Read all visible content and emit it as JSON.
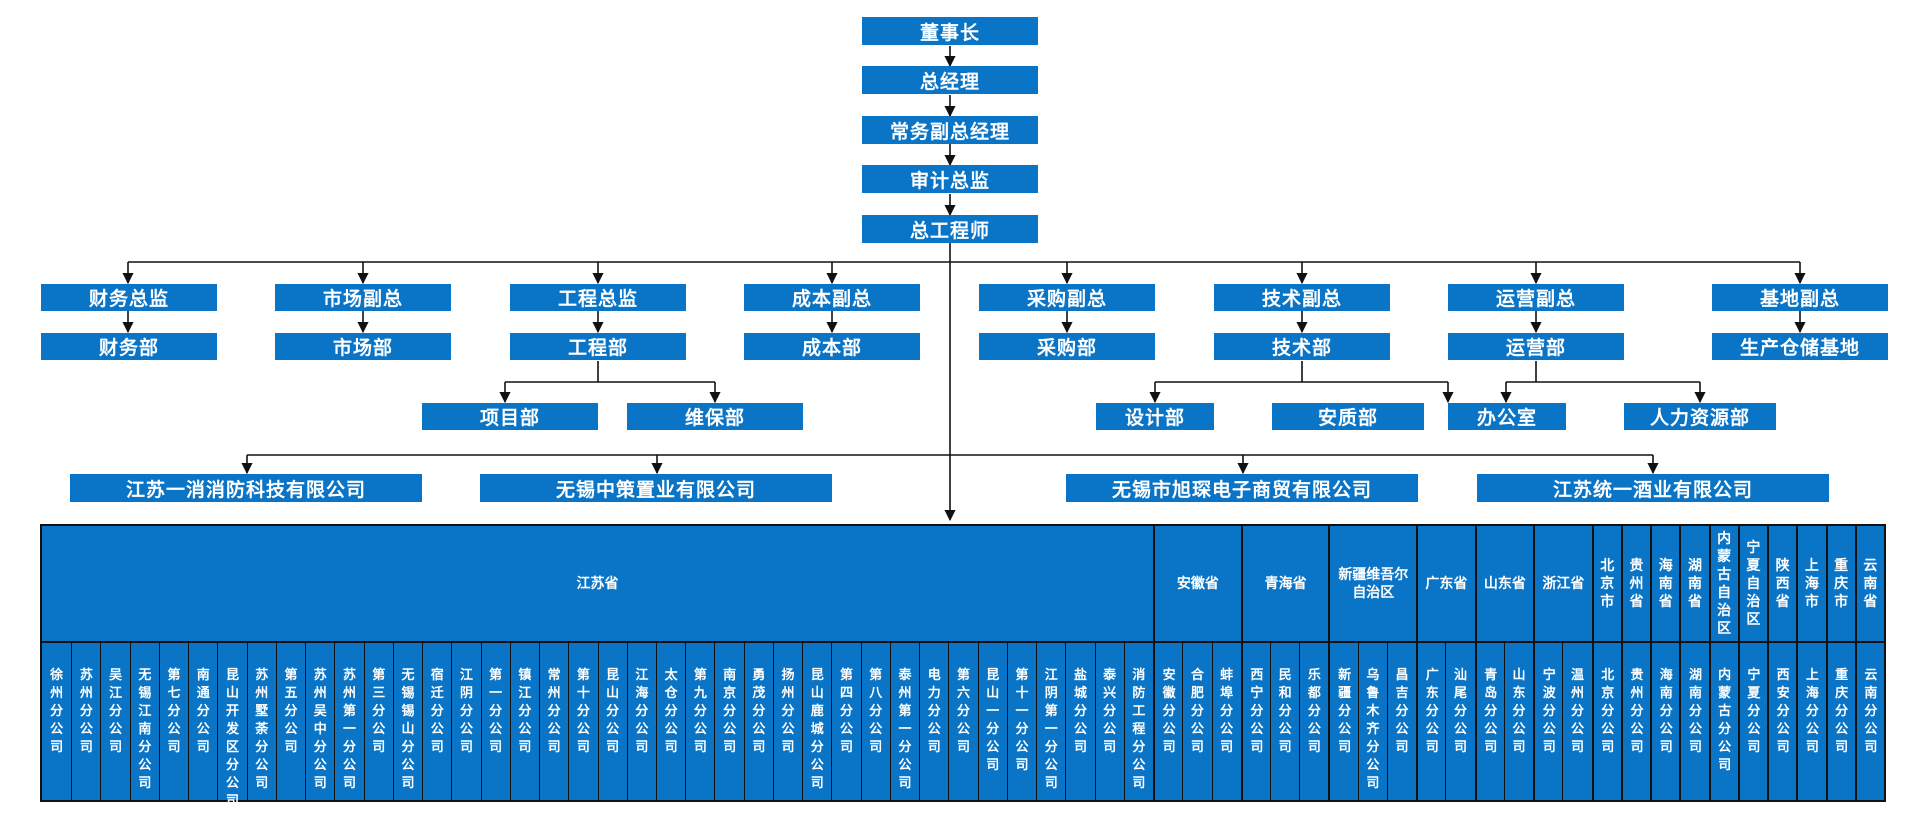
{
  "org": {
    "chairman": "董事长",
    "gm": "总经理",
    "exec_vp": "常务副总经理",
    "audit": "审计总监",
    "chief_eng": "总工程师",
    "vp_row": [
      "财务总监",
      "市场副总",
      "工程总监",
      "成本副总",
      "采购副总",
      "技术副总",
      "运营副总",
      "基地副总"
    ],
    "dept_row": [
      "财务部",
      "市场部",
      "工程部",
      "成本部",
      "采购部",
      "技术部",
      "运营部",
      "生产仓储基地"
    ],
    "sub_depts": [
      "项目部",
      "维保部",
      "设计部",
      "安质部",
      "办公室",
      "人力资源部"
    ],
    "companies": [
      "江苏一消消防科技有限公司",
      "无锡中策置业有限公司",
      "无锡市旭琛电子商贸有限公司",
      "江苏统一酒业有限公司"
    ]
  },
  "provinces": [
    {
      "name": "江苏省",
      "companies": [
        "徐州分公司",
        "苏州分公司",
        "吴江分公司",
        "无锡江南分公司",
        "第七分公司",
        "南通分公司",
        "昆山开发区分公司",
        "苏州墅荼分公司",
        "第五分公司",
        "苏州吴中分公司",
        "苏州第一分公司",
        "第三分公司",
        "无锡锡山分公司",
        "宿迁分公司",
        "江阴分公司",
        "第一分公司",
        "镇江分公司",
        "常州分公司",
        "第十分公司",
        "昆山分公司",
        "江海分公司",
        "太仓分公司",
        "第九分公司",
        "南京分公司",
        "勇茂分公司",
        "扬州分公司",
        "昆山鹿城分公司",
        "第四分公司",
        "第八分公司",
        "泰州第一分公司",
        "电力分公司",
        "第六分公司",
        "昆山一分公司",
        "第十一分公司",
        "江阴第一分公司",
        "盐城分公司",
        "泰兴分公司",
        "消防工程分公司"
      ]
    },
    {
      "name": "安徽省",
      "companies": [
        "安徽分公司",
        "合肥分公司",
        "蚌埠分公司"
      ]
    },
    {
      "name": "青海省",
      "companies": [
        "西宁分公司",
        "民和分公司",
        "乐都分公司"
      ]
    },
    {
      "name": "新疆维吾尔自治区",
      "companies": [
        "新疆分公司",
        "乌鲁木齐分公司",
        "昌吉分公司"
      ]
    },
    {
      "name": "广东省",
      "companies": [
        "广东分公司",
        "汕尾分公司"
      ]
    },
    {
      "name": "山东省",
      "companies": [
        "青岛分公司",
        "山东分公司"
      ]
    },
    {
      "name": "浙江省",
      "companies": [
        "宁波分公司",
        "温州分公司"
      ]
    },
    {
      "name": "北京市",
      "companies": [
        "北京分公司"
      ]
    },
    {
      "name": "贵州省",
      "companies": [
        "贵州分公司"
      ]
    },
    {
      "name": "海南省",
      "companies": [
        "海南分公司"
      ]
    },
    {
      "name": "湖南省",
      "companies": [
        "湖南分公司"
      ]
    },
    {
      "name": "内蒙古自治区",
      "companies": [
        "内蒙古分公司"
      ]
    },
    {
      "name": "宁夏自治区",
      "companies": [
        "宁夏分公司"
      ]
    },
    {
      "name": "陕西省",
      "companies": [
        "西安分公司"
      ]
    },
    {
      "name": "上海市",
      "companies": [
        "上海分公司"
      ]
    },
    {
      "name": "重庆市",
      "companies": [
        "重庆分公司"
      ]
    },
    {
      "name": "云南省",
      "companies": [
        "云南分公司"
      ]
    }
  ]
}
